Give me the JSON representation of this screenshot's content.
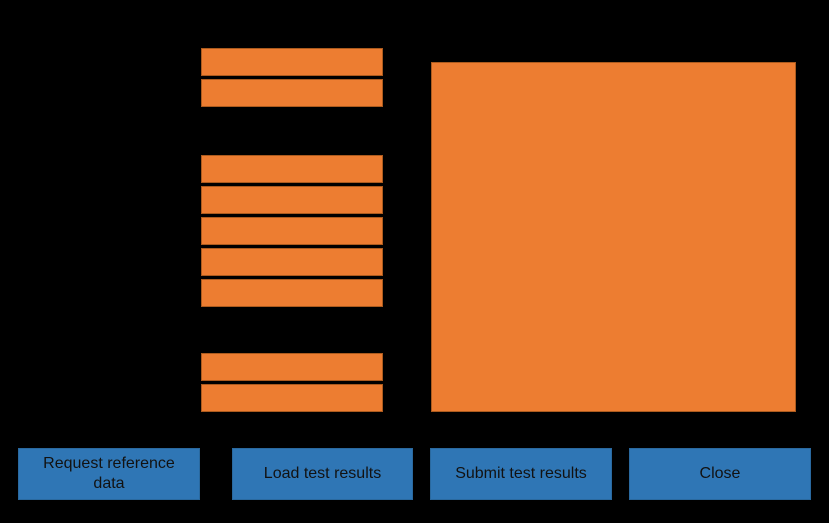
{
  "window": {
    "background": "#000000"
  },
  "colors": {
    "field_fill": "#ED7D31",
    "field_border": "#AC5B1E",
    "button_fill": "#2F76B5",
    "button_border": "#2A699F",
    "button_text": "#121212"
  },
  "form": {
    "field_groups": [
      {
        "id": "top",
        "count": 2
      },
      {
        "id": "middle",
        "count": 5
      },
      {
        "id": "bottom",
        "count": 2
      }
    ]
  },
  "buttons": [
    {
      "id": "request-reference-data",
      "label": "Request reference data"
    },
    {
      "id": "load-test-results",
      "label": "Load test results"
    },
    {
      "id": "submit-test-results",
      "label": "Submit test results"
    },
    {
      "id": "close",
      "label": "Close"
    }
  ]
}
